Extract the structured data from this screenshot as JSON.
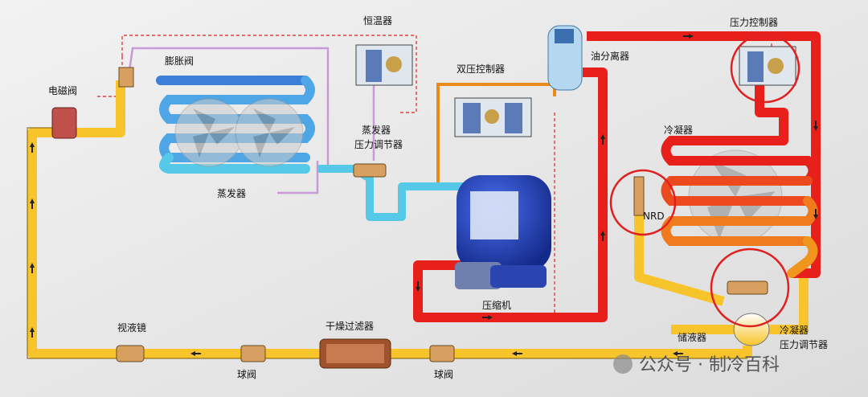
{
  "labels": {
    "thermostat": "恒温器",
    "expansion_valve": "膨胀阀",
    "solenoid_valve": "电磁阀",
    "dual_pressure_controller": "双压控制器",
    "oil_separator": "油分离器",
    "pressure_controller": "压力控制器",
    "evaporator_regulator_line1": "蒸发器",
    "evaporator_regulator_line2": "压力调节器",
    "evaporator": "蒸发器",
    "condenser": "冷凝器",
    "nrd": "NRD",
    "compressor": "压缩机",
    "sight_glass": "视液镜",
    "filter_drier": "干燥过滤器",
    "receiver": "储液器",
    "condenser_regulator_line1": "冷凝器",
    "condenser_regulator_line2": "压力调节器",
    "ball_valve_left": "球阀",
    "ball_valve_right": "球阀"
  },
  "watermark": "公众号 · 制冷百科",
  "colors": {
    "liquid_line": "#f7c52b",
    "discharge_line": "#e8201c",
    "suction_line": "#56c8e8",
    "evaporator_coil": "#3c7fd8",
    "condenser_hot": "#e8201c",
    "condenser_mid": "#f07a1e",
    "compressor": "#1f3fb8",
    "control_line": "#e04040",
    "capillary": "#c89ad8",
    "highlight_circle": "#e02020"
  }
}
